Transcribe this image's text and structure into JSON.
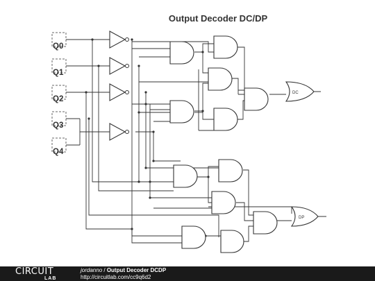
{
  "title": "Output Decoder DC/DP",
  "inputs": [
    "Q0",
    "Q1",
    "Q2",
    "Q3",
    "Q4"
  ],
  "outputs": [
    "DC",
    "DP"
  ],
  "footer": {
    "logo_top": "CIRCUIT",
    "logo_bottom": "LAB",
    "author": "jordanno",
    "separator": " / ",
    "circuit_name": "Output Decoder DCDP",
    "url": "http://circuitlab.com/cc9q6d2"
  }
}
